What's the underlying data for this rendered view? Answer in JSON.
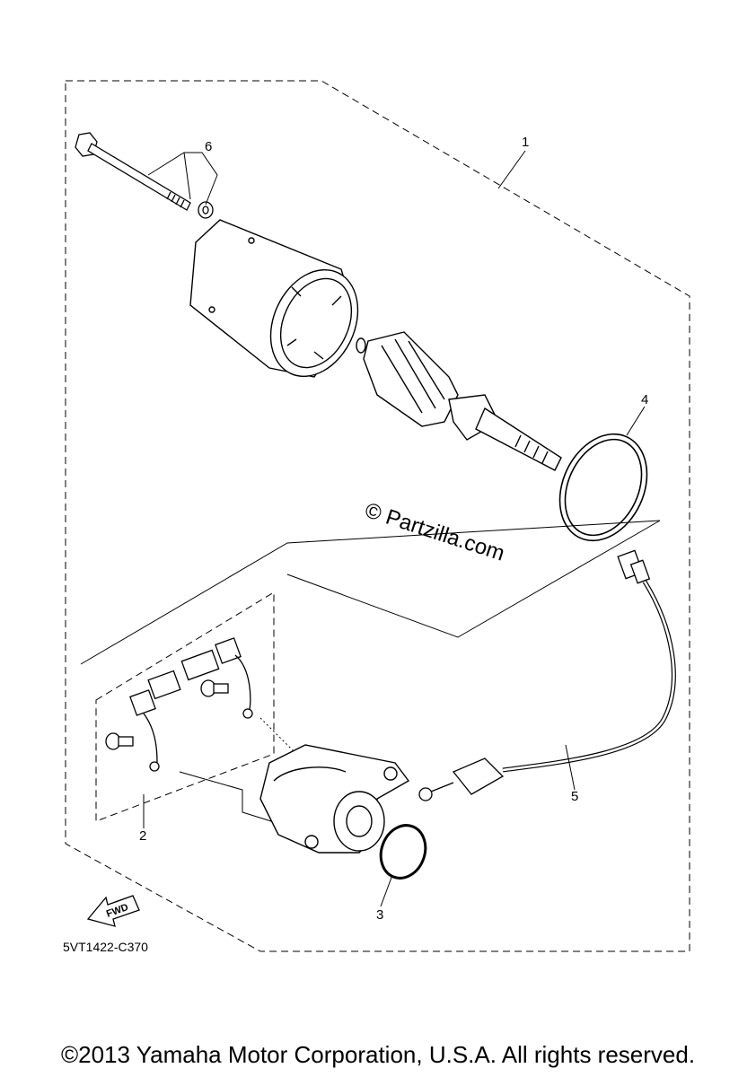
{
  "callouts": {
    "c1": "1",
    "c2": "2",
    "c3": "3",
    "c4": "4",
    "c5": "5",
    "c6": "6"
  },
  "watermark": "© Partzilla.com",
  "fwd_label": "FWD",
  "part_code": "5VT1422-C370",
  "copyright": "©2013 Yamaha Motor Corporation, U.S.A. All rights reserved."
}
